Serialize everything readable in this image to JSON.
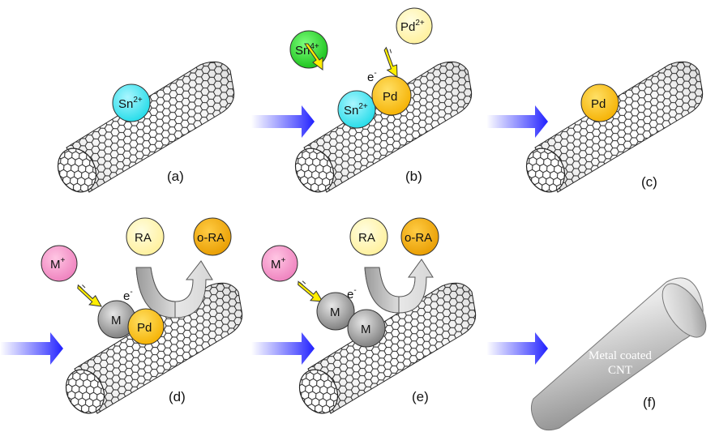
{
  "panels": {
    "a": {
      "caption": "(a)",
      "sn2": "Sn",
      "sn2_sup": "2+"
    },
    "b": {
      "caption": "(b)",
      "sn4": "Sn",
      "sn4_sup": "4+",
      "pd2": "Pd",
      "pd2_sup": "2+",
      "sn2": "Sn",
      "sn2_sup": "2+",
      "pd": "Pd",
      "electron": "e",
      "electron_sup": "-"
    },
    "c": {
      "caption": "(c)",
      "pd": "Pd"
    },
    "d": {
      "caption": "(d)",
      "mplus": "M",
      "mplus_sup": "+",
      "ra": "RA",
      "ora": "o-RA",
      "m": "M",
      "pd": "Pd",
      "electron": "e",
      "electron_sup": "-"
    },
    "e": {
      "caption": "(e)",
      "mplus": "M",
      "mplus_sup": "+",
      "ra": "RA",
      "ora": "o-RA",
      "m1": "M",
      "m2": "M",
      "electron": "e",
      "electron_sup": "-"
    },
    "f": {
      "caption": "(f)",
      "line1": "Metal coated",
      "line2": "CNT"
    }
  },
  "colors": {
    "sn2": "#33e6f0",
    "sn4": "#22cc22",
    "pd": "#ffc000",
    "pd2": "#fff5a8",
    "mplus": "#f58cc4",
    "m": "#9a9a9a",
    "ra": "#fff5a8",
    "ora": "#f0a800",
    "arrow_blue": "#3b3bff",
    "arrow_yellow": "#ffee00"
  }
}
